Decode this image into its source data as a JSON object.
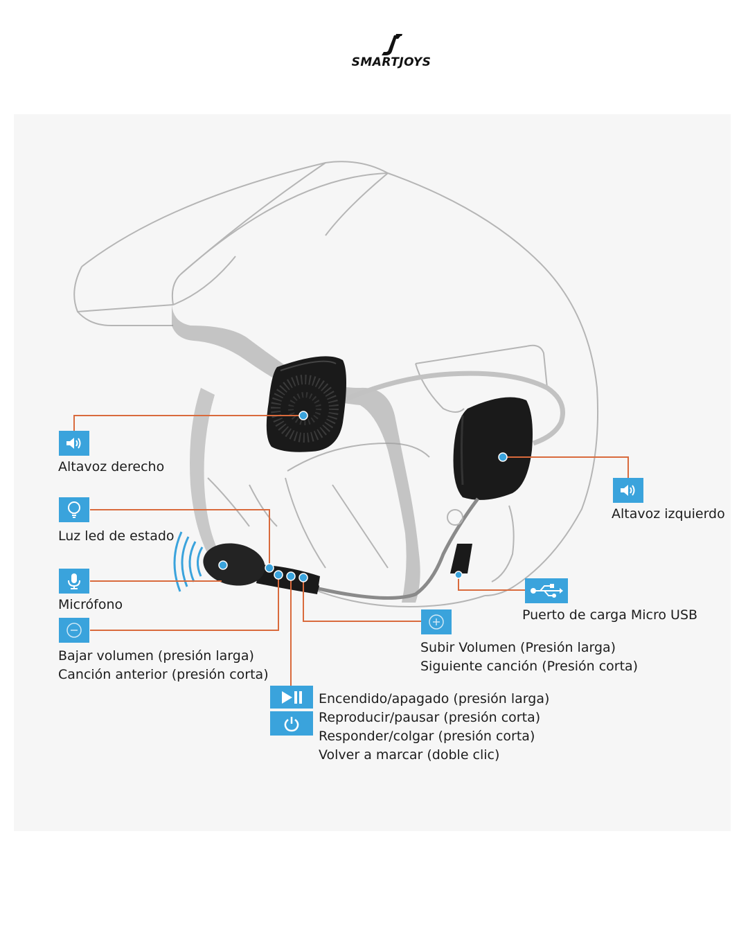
{
  "brand": {
    "name": "SMARTJOYS"
  },
  "colors": {
    "accent_blue": "#3aa3dc",
    "leader_orange": "#d96a3c",
    "helmet_line": "#b5b5b5",
    "panel_bg": "#f6f6f6"
  },
  "callouts": {
    "right_speaker": {
      "icon": "speaker-icon",
      "label": "Altavoz derecho"
    },
    "left_speaker": {
      "icon": "speaker-icon",
      "label": "Altavoz izquierdo"
    },
    "status_led": {
      "icon": "lightbulb-icon",
      "label": "Luz led de estado"
    },
    "microphone": {
      "icon": "microphone-icon",
      "label": "Micrófono"
    },
    "volume_down": {
      "icon": "minus-circle-icon",
      "lines": [
        "Bajar volumen (presión larga)",
        "Canción anterior (presión corta)"
      ]
    },
    "volume_up": {
      "icon": "plus-circle-icon",
      "lines": [
        "Subir Volumen (Presión larga)",
        "Siguiente canción (Presión corta)"
      ]
    },
    "charging_port": {
      "icon": "usb-icon",
      "label": "Puerto de carga Micro USB"
    },
    "multifunction": {
      "icons": [
        "play-pause-icon",
        "power-icon"
      ],
      "lines": [
        "Encendido/apagado (presión larga)",
        "Reproducir/pausar (presión corta)",
        "Responder/colgar (presión corta)",
        "Volver a marcar (doble clic)"
      ]
    }
  }
}
